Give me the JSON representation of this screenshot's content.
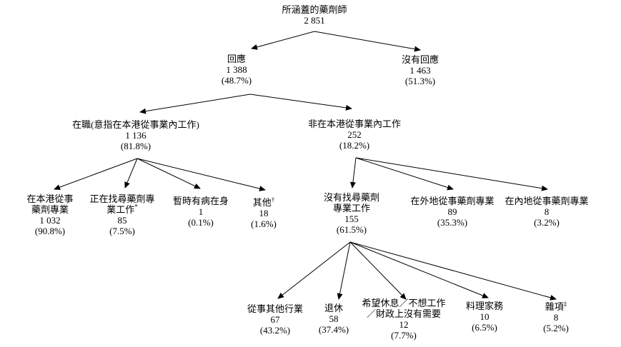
{
  "diagram": {
    "description_colors": {
      "background": "#ffffff",
      "text": "#000000",
      "line": "#000000"
    },
    "tree": {
      "root": {
        "label": "所涵蓋的藥劑師",
        "value": "2 851"
      },
      "responded": {
        "label": "回應",
        "value": "1 388",
        "percent": "(48.7%)"
      },
      "not_responded": {
        "label": "沒有回應",
        "value": "1 463",
        "percent": "(51.3%)"
      },
      "employed": {
        "label": "在職(意指在本港從事業內工作)",
        "value": "1 136",
        "percent": "(81.8%)"
      },
      "not_in_hk": {
        "label": "非在本港從事業內工作",
        "value": "252",
        "percent": "(18.2%)"
      },
      "practising_hk": {
        "label_line1": "在本港從事",
        "label_line2": "藥劑專業",
        "value": "1 032",
        "percent": "(90.8%)"
      },
      "seeking_job": {
        "label_line1": "正在找尋藥劑專",
        "label_line2": "業工作",
        "sup": "*",
        "value": "85",
        "percent": "(7.5%)"
      },
      "sick": {
        "label": "暫時有病在身",
        "value": "1",
        "percent": "(0.1%)"
      },
      "others": {
        "label": "其他",
        "sup": "†",
        "value": "18",
        "percent": "(1.6%)"
      },
      "not_seeking": {
        "label_line1": "沒有找尋藥劑",
        "label_line2": "專業工作",
        "value": "155",
        "percent": "(61.5%)"
      },
      "abroad": {
        "label": "在外地從事藥劑專業",
        "value": "89",
        "percent": "(35.3%)"
      },
      "mainland": {
        "label": "在內地從事藥劑專業",
        "value": "8",
        "percent": "(3.2%)"
      },
      "other_industry": {
        "label": "從事其他行業",
        "value": "67",
        "percent": "(43.2%)"
      },
      "retired": {
        "label": "退休",
        "value": "58",
        "percent": "(37.4%)"
      },
      "rest": {
        "label_line1": "希望休息／不想工作",
        "label_line2": "／財政上沒有需要",
        "value": "12",
        "percent": "(7.7%)"
      },
      "housework": {
        "label": "料理家務",
        "value": "10",
        "percent": "(6.5%)"
      },
      "misc": {
        "label": "雜項",
        "sup": "‡",
        "value": "8",
        "percent": "(5.2%)"
      }
    }
  }
}
